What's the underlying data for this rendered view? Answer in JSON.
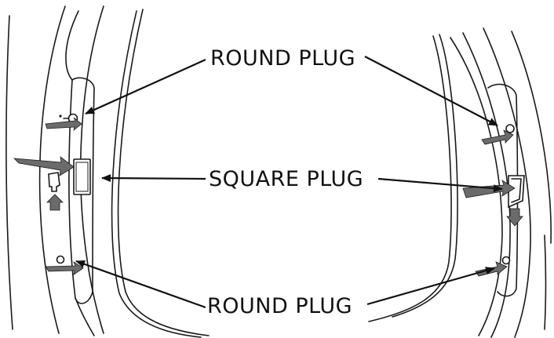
{
  "labels": {
    "round_plug_top": "ROUND PLUG",
    "square_plug": "SQUARE PLUG",
    "round_plug_bottom": "ROUND PLUG"
  },
  "colors": {
    "line": "#1a1a1a",
    "arrow_fill": "#6b6b6b",
    "background": "#ffffff"
  }
}
